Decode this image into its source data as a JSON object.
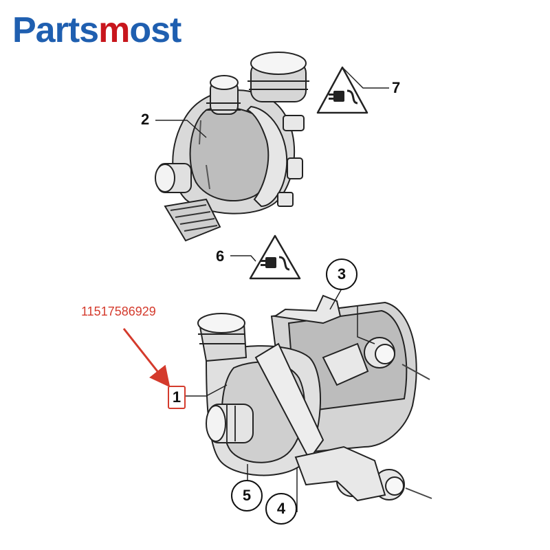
{
  "brand": {
    "part1": "Parts",
    "part2": "m",
    "part3": "ost"
  },
  "part_number": "11517586929",
  "callouts": {
    "c1": "1",
    "c2": "2",
    "c3": "3",
    "c4": "4",
    "c5": "5",
    "c6": "6",
    "c7": "7"
  },
  "colors": {
    "brand_blue": "#1f5fb0",
    "brand_red": "#c8161d",
    "annotation_red": "#d43a2c"
  }
}
